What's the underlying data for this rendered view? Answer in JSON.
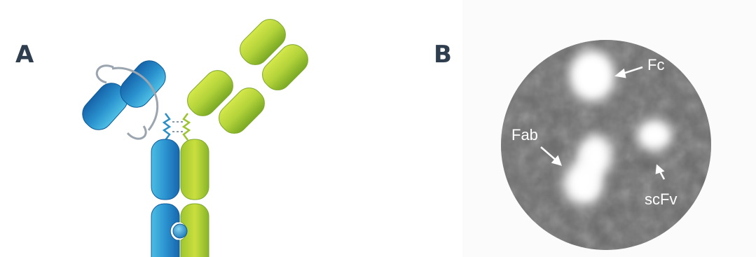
{
  "panels": {
    "a": {
      "label": "A"
    },
    "b": {
      "label": "B",
      "annotations": {
        "fc": "Fc",
        "fab": "Fab",
        "scfv": "scFv"
      }
    }
  },
  "colors": {
    "chain_blue_light": "#46b8e0",
    "chain_blue_dark": "#1662a6",
    "chain_green_light": "#c8e03a",
    "chain_green_dark": "#7fb026",
    "linker_gray": "#9aa5b0",
    "label_dark": "#2f3e4e",
    "micrograph_bg": "#6a6a6a"
  }
}
